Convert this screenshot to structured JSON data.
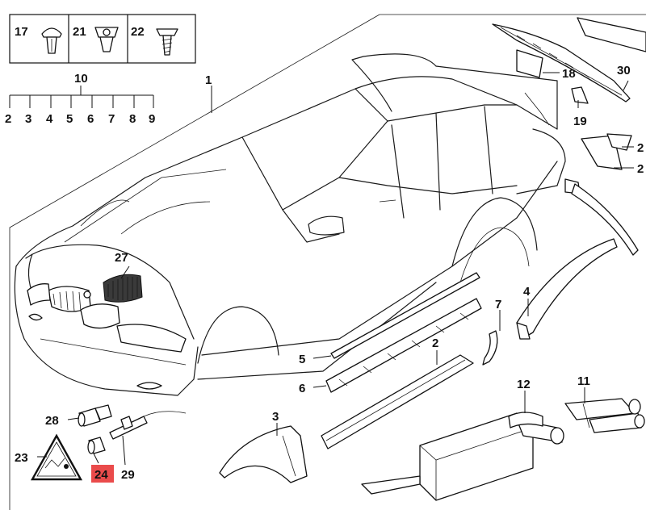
{
  "diagram": {
    "fastener_box_labels": [
      "17",
      "21",
      "22"
    ],
    "bracket_group_label": "10",
    "bracket_group_items": [
      "2",
      "3",
      "4",
      "5",
      "6",
      "7",
      "8",
      "9"
    ],
    "highlight_color": "#ea4b4b",
    "callouts": {
      "c1": "1",
      "c18": "18",
      "c19": "19",
      "c20": "2",
      "c20b": "2",
      "c30": "30",
      "c27": "27",
      "c4": "4",
      "c7": "7",
      "c5": "5",
      "c6": "6",
      "c2": "2",
      "c3": "3",
      "c12": "12",
      "c11": "11",
      "c28": "28",
      "c23": "23",
      "c24": "24",
      "c29": "29"
    }
  }
}
